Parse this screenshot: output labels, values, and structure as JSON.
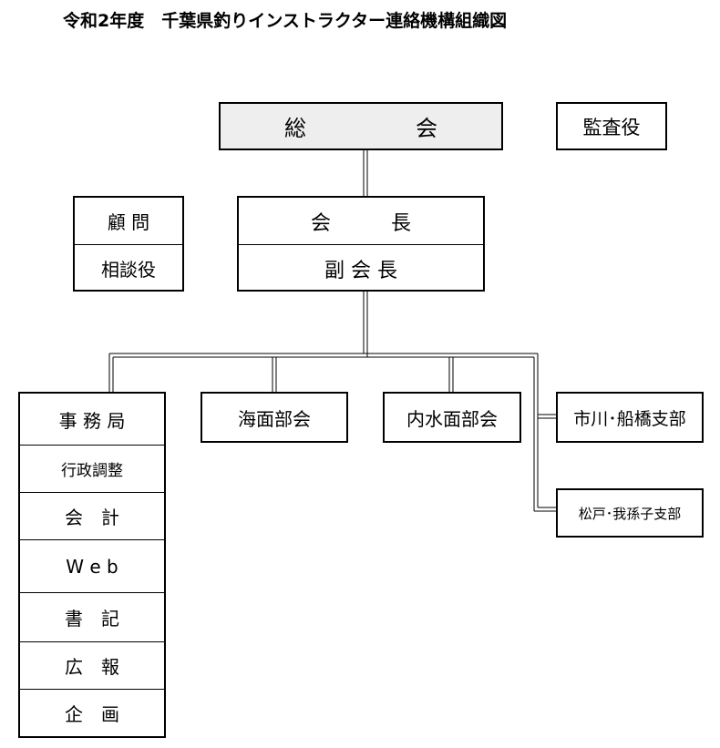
{
  "title": "令和2年度　千葉県釣りインストラクター連絡機構組織図",
  "nodes": {
    "soukai": "総　　　　　会",
    "kansa": "監査役",
    "komon": "顧 問",
    "soudan": "相談役",
    "kaichou": "会　　　長",
    "fukukaichou": "副 会 長",
    "jimukyoku": "事 務 局",
    "kaimen": "海面部会",
    "naisui": "内水面部会",
    "ichikawa": "市川･船橋支部",
    "matsudo": "松戸･我孫子支部"
  },
  "jimukyoku_items": [
    "行政調整",
    "会　計",
    "W e b",
    "書　記",
    "広　報",
    "企　画"
  ]
}
